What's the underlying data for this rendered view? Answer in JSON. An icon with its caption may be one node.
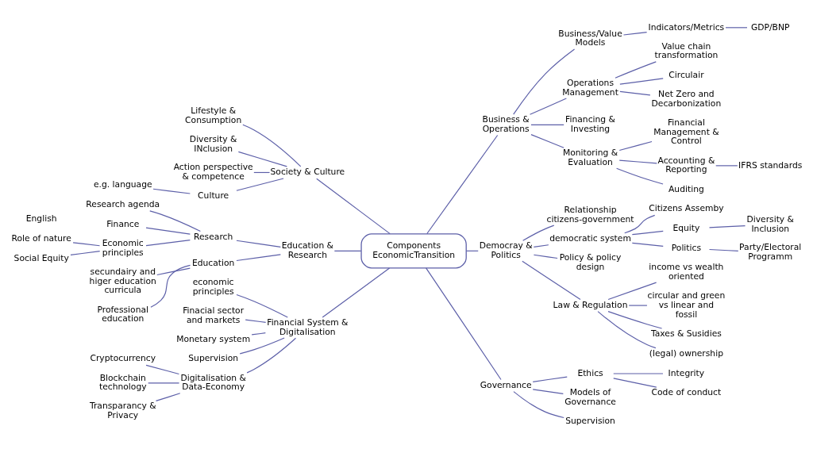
{
  "diagram": {
    "nodes": [
      {
        "text": [
          "Components EconomicTransition"
        ]
      },
      {
        "text": [
          "Society & Culture"
        ]
      },
      {
        "text": [
          "Lifestyle & Consumption"
        ]
      },
      {
        "text": [
          "Diversity & INclusion"
        ]
      },
      {
        "text": [
          "Action perspective & competence"
        ]
      },
      {
        "text": [
          "Culture"
        ]
      },
      {
        "text": [
          "e.g. language"
        ]
      },
      {
        "text": [
          "Education & Research"
        ]
      },
      {
        "text": [
          "Research"
        ]
      },
      {
        "text": [
          "Research agenda"
        ]
      },
      {
        "text": [
          "Finance"
        ]
      },
      {
        "text": [
          "Economic principles"
        ]
      },
      {
        "text": [
          "Role of nature"
        ]
      },
      {
        "text": [
          "Social Equity"
        ]
      },
      {
        "text": [
          "Education"
        ]
      },
      {
        "text": [
          "secundairy and higer education curricula"
        ]
      },
      {
        "text": [
          "Professional education"
        ]
      },
      {
        "text": [
          "Financial System & Digitalisation"
        ]
      },
      {
        "text": [
          "economic principles"
        ]
      },
      {
        "text": [
          "Finacial sector and markets"
        ]
      },
      {
        "text": [
          "Monetary system"
        ]
      },
      {
        "text": [
          "Supervision"
        ]
      },
      {
        "text": [
          "Digitalisation & Data-Economy"
        ]
      },
      {
        "text": [
          "Cryptocurrency"
        ]
      },
      {
        "text": [
          "Blockchain technology"
        ]
      },
      {
        "text": [
          "Transparancy & Privacy"
        ]
      },
      {
        "text": [
          "Business & Operations"
        ]
      },
      {
        "text": [
          "Business/Value Models"
        ]
      },
      {
        "text": [
          "Indicators/Metrics"
        ]
      },
      {
        "text": [
          "GDP/BNP"
        ]
      },
      {
        "text": [
          "Operations Management"
        ]
      },
      {
        "text": [
          "Value chain transformation"
        ]
      },
      {
        "text": [
          "Circulair"
        ]
      },
      {
        "text": [
          "Net Zero and Decarbonization"
        ]
      },
      {
        "text": [
          "Financing & Investing"
        ]
      },
      {
        "text": [
          "Monitoring & Evaluation"
        ]
      },
      {
        "text": [
          "Financial Management & Control"
        ]
      },
      {
        "text": [
          "Accounting & Reporting"
        ]
      },
      {
        "text": [
          "IFRS standards"
        ]
      },
      {
        "text": [
          "Auditing"
        ]
      },
      {
        "text": [
          "Democray & Politics"
        ]
      },
      {
        "text": [
          "Relationship citizens-government"
        ]
      },
      {
        "text": [
          "democratic system"
        ]
      },
      {
        "text": [
          "Citizens Assemby"
        ]
      },
      {
        "text": [
          "Equity"
        ]
      },
      {
        "text": [
          "Diversity & Inclusion"
        ]
      },
      {
        "text": [
          "Politics"
        ]
      },
      {
        "text": [
          "Party/Electoral Programm"
        ]
      },
      {
        "text": [
          "Policy & policy design"
        ]
      },
      {
        "text": [
          "Law & Regulation"
        ]
      },
      {
        "text": [
          "income vs wealth oriented"
        ]
      },
      {
        "text": [
          "circular and green vs linear and fossil"
        ]
      },
      {
        "text": [
          "Taxes & Susidies"
        ]
      },
      {
        "text": [
          "(legal) ownership"
        ]
      },
      {
        "text": [
          "Governance"
        ]
      },
      {
        "text": [
          "Ethics"
        ]
      },
      {
        "text": [
          "Integrity"
        ]
      },
      {
        "text": [
          "Code of conduct"
        ]
      },
      {
        "text": [
          "Models of Governance"
        ]
      },
      {
        "text": [
          "Supervision"
        ]
      }
    ],
    "edges": [
      {
        "from": 1,
        "to": 0,
        "arrow": "none"
      },
      {
        "from": 2,
        "to": 1,
        "arrow": "none"
      },
      {
        "from": 3,
        "to": 1,
        "arrow": "none"
      },
      {
        "from": 4,
        "to": 1,
        "arrow": "none"
      },
      {
        "from": 5,
        "to": 1,
        "arrow": "none"
      },
      {
        "from": 6,
        "to": 5,
        "arrow": "none"
      },
      {
        "from": 7,
        "to": 0,
        "arrow": "none"
      },
      {
        "from": 8,
        "to": 7,
        "arrow": "none"
      },
      {
        "from": 9,
        "to": 8,
        "arrow": "none"
      },
      {
        "from": 10,
        "to": 8,
        "arrow": "none"
      },
      {
        "from": 11,
        "to": 8,
        "arrow": "none"
      },
      {
        "from": 12,
        "to": 11,
        "arrow": "none"
      },
      {
        "from": 13,
        "to": 11,
        "arrow": "none"
      },
      {
        "from": 14,
        "to": 7,
        "arrow": "none"
      },
      {
        "from": 15,
        "to": 14,
        "arrow": "none"
      },
      {
        "from": 16,
        "to": 14,
        "arrow": "none"
      },
      {
        "from": 17,
        "to": 0,
        "arrow": "none"
      },
      {
        "from": 18,
        "to": 17,
        "arrow": "none"
      },
      {
        "from": 19,
        "to": 17,
        "arrow": "none"
      },
      {
        "from": 20,
        "to": 17,
        "arrow": "none"
      },
      {
        "from": 21,
        "to": 17,
        "arrow": "none"
      },
      {
        "from": 22,
        "to": 17,
        "arrow": "none"
      },
      {
        "from": 23,
        "to": 22,
        "arrow": "none"
      },
      {
        "from": 24,
        "to": 22,
        "arrow": "none"
      },
      {
        "from": 25,
        "to": 22,
        "arrow": "none"
      },
      {
        "from": 0,
        "to": 26,
        "arrow": "none"
      },
      {
        "from": 26,
        "to": 27,
        "arrow": "none"
      },
      {
        "from": 27,
        "to": 28,
        "arrow": "none"
      },
      {
        "from": 28,
        "to": 29,
        "arrow": "none"
      },
      {
        "from": 26,
        "to": 30,
        "arrow": "none"
      },
      {
        "from": 30,
        "to": 31,
        "arrow": "none"
      },
      {
        "from": 30,
        "to": 32,
        "arrow": "none"
      },
      {
        "from": 30,
        "to": 33,
        "arrow": "none"
      },
      {
        "from": 26,
        "to": 34,
        "arrow": "none"
      },
      {
        "from": 26,
        "to": 35,
        "arrow": "none"
      },
      {
        "from": 35,
        "to": 36,
        "arrow": "none"
      },
      {
        "from": 35,
        "to": 37,
        "arrow": "none"
      },
      {
        "from": 37,
        "to": 38,
        "arrow": "none"
      },
      {
        "from": 35,
        "to": 39,
        "arrow": "none"
      },
      {
        "from": 0,
        "to": 40,
        "arrow": "none"
      },
      {
        "from": 40,
        "to": 41,
        "arrow": "none"
      },
      {
        "from": 40,
        "to": 42,
        "arrow": "none"
      },
      {
        "from": 42,
        "to": 43,
        "arrow": "none"
      },
      {
        "from": 42,
        "to": 44,
        "arrow": "none"
      },
      {
        "from": 44,
        "to": 45,
        "arrow": "none"
      },
      {
        "from": 42,
        "to": 46,
        "arrow": "none"
      },
      {
        "from": 46,
        "to": 47,
        "arrow": "none"
      },
      {
        "from": 40,
        "to": 48,
        "arrow": "none"
      },
      {
        "from": 40,
        "to": 49,
        "arrow": "none"
      },
      {
        "from": 49,
        "to": 50,
        "arrow": "none"
      },
      {
        "from": 49,
        "to": 51,
        "arrow": "none"
      },
      {
        "from": 49,
        "to": 52,
        "arrow": "none"
      },
      {
        "from": 49,
        "to": 53,
        "arrow": "none"
      },
      {
        "from": 0,
        "to": 54,
        "arrow": "none"
      },
      {
        "from": 54,
        "to": 55,
        "arrow": "none"
      },
      {
        "from": 55,
        "to": 56,
        "arrow": "none"
      },
      {
        "from": 55,
        "to": 57,
        "arrow": "none"
      },
      {
        "from": 54,
        "to": 58,
        "arrow": "none"
      },
      {
        "from": 54,
        "to": 59,
        "arrow": "none"
      }
    ],
    "labels": [
      "English"
    ]
  }
}
